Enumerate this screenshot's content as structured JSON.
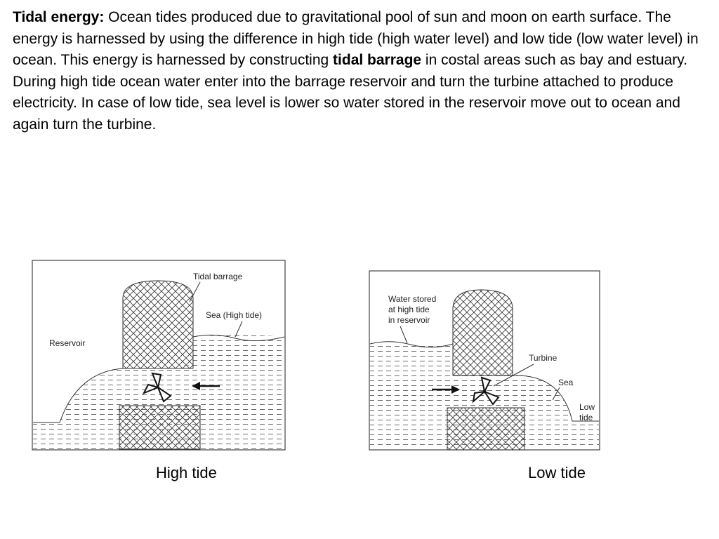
{
  "paragraph": {
    "t1": "Tidal energy:",
    "t2": " Ocean tides produced due to gravitational pool of sun and moon on earth surface. The energy is harnessed by using the difference in high tide (high water level) and low tide (low water level) in ocean. This energy is harnessed by constructing ",
    "t3": "tidal barrage",
    "t4": " in costal areas such as bay and estuary. During high tide ocean water enter into the barrage reservoir and turn the turbine attached to produce electricity. In case of low tide, sea level is lower so  water stored in the reservoir move out to ocean and again turn the turbine."
  },
  "high_tide_figure": {
    "label_barrage": "Tidal barrage",
    "label_sea": "Sea (High tide)",
    "label_reservoir": "Reservoir",
    "caption": "High tide"
  },
  "low_tide_figure": {
    "label_water_1": "Water stored",
    "label_water_2": "at high tide",
    "label_water_3": "in reservoir",
    "label_turbine": "Turbine",
    "label_sea": "Sea",
    "label_low_1": "Low",
    "label_low_2": "tide",
    "caption": "Low tide"
  }
}
